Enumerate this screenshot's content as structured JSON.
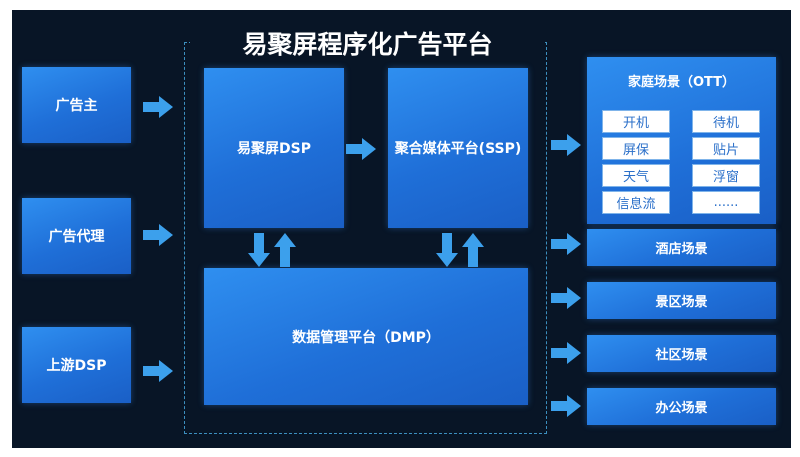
{
  "title": "易聚屏程序化广告平台",
  "sources": [
    "广告主",
    "广告代理",
    "上游DSP"
  ],
  "dsp": "易聚屏DSP",
  "ssp": "聚合媒体平台(SSP)",
  "dmp": "数据管理平台（DMP）",
  "home_scene": {
    "title": "家庭场景（OTT）",
    "items": [
      "开机",
      "待机",
      "屏保",
      "贴片",
      "天气",
      "浮窗",
      "信息流",
      "......"
    ]
  },
  "scenes": [
    "酒店场景",
    "景区场景",
    "社区场景",
    "办公场景"
  ],
  "colors": {
    "background": "#081526",
    "box_blue": "#1f6fd8",
    "arrow": "#3ca0ec",
    "frame_dash": "#3c8fbf"
  }
}
